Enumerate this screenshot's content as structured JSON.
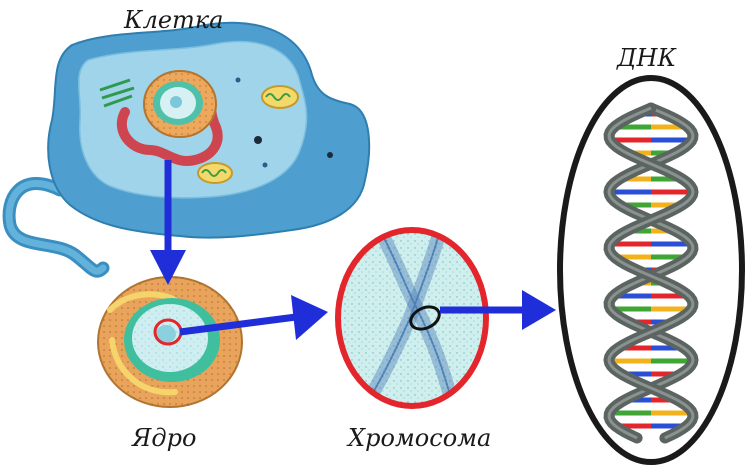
{
  "labels": {
    "cell": "Клетка",
    "nucleus": "Ядро",
    "chromosome": "Хромосома",
    "dna": "ДНК"
  },
  "colors": {
    "arrow": "#1f2ed8",
    "cell_body": "#5aa9d6",
    "cell_inner": "#9ed3e9",
    "nucleus_outer": "#e8a65a",
    "chromosome_ring": "#e3262b",
    "chromosome_fill": "#cfeeee",
    "dna_ring": "#1a1a1a",
    "dna_backbone": "#5c6461",
    "base_pairs": [
      "#e3262b",
      "#f2b21c",
      "#2a4fd6",
      "#3fa535"
    ]
  },
  "icons": {
    "cell": "animal-cell-icon",
    "nucleus": "cell-nucleus-icon",
    "chromosome": "chromosome-icon",
    "dna": "dna-double-helix-icon"
  }
}
